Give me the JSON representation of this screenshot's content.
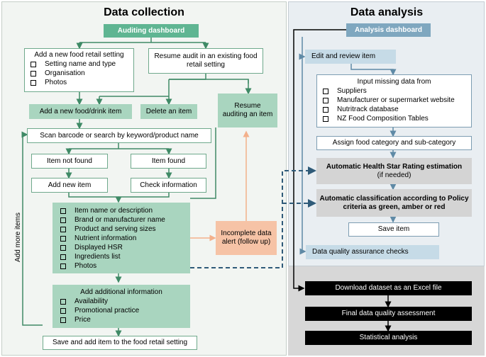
{
  "collection": {
    "title": "Data collection",
    "auditing_dashboard": "Auditing dashboard",
    "add_setting": {
      "head": "Add a new food retail setting",
      "items": [
        "Setting name and type",
        "Organisation",
        "Photos"
      ]
    },
    "resume_audit": "Resume audit in an existing food retail setting",
    "add_food": "Add a new food/drink item",
    "delete_item": "Delete an item",
    "resume_item": "Resume auditing an item",
    "scan": "Scan barcode or search by keyword/product name",
    "not_found": "Item not found",
    "found": "Item found",
    "add_new": "Add new item",
    "check_info": "Check information",
    "details": [
      "Item name or description",
      "Brand or manufacturer name",
      "Product and serving sizes",
      "Nutrient information",
      "Displayed HSR",
      "Ingredients list",
      "Photos"
    ],
    "incomplete": "Incomplete data alert (follow up)",
    "additional": {
      "head": "Add additional information",
      "items": [
        "Availability",
        "Promotional practice",
        "Price"
      ]
    },
    "save_add": "Save and add item to the food retail setting",
    "add_more": "Add more items"
  },
  "analysis": {
    "title": "Data analysis",
    "dashboard": "Analysis dashboard",
    "edit_review": "Edit and review item",
    "missing": {
      "head": "Input missing data from",
      "items": [
        "Suppliers",
        "Manufacturer or supermarket website",
        "Nutritrack database",
        "NZ Food Composition Tables"
      ]
    },
    "assign": "Assign food category and sub-category",
    "hsr": "Automatic Health Star Rating estimation",
    "hsr_note": "(if needed)",
    "classification": "Automatic classification according to Policy criteria as green, amber or red",
    "save_item": "Save item",
    "qa": "Data quality assurance checks",
    "download": "Download dataset as an Excel file",
    "final_qa": "Final data quality assessment",
    "stats": "Statistical analysis"
  },
  "colors": {
    "green_dark": "#5fb592",
    "green_light": "#a9d5bf",
    "blue_dark": "#7fa7bf",
    "blue_light": "#c6dbe7",
    "orange": "#f6c3a6",
    "dashed_blue": "#2f5b79"
  }
}
